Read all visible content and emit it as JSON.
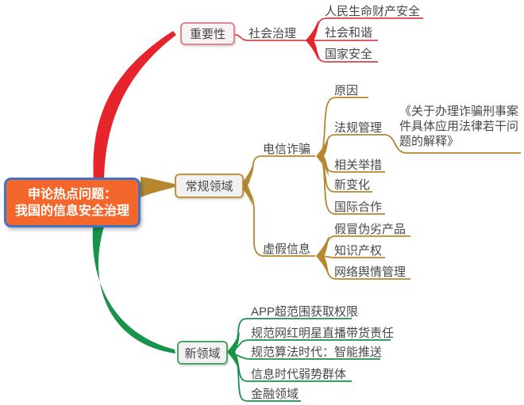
{
  "mindmap": {
    "root": {
      "label": "申论热点问题：\n我国的信息安全治理",
      "fill_color": "#f4672c",
      "border_color": "#4472c4"
    },
    "branches": [
      {
        "label": "重要性",
        "color": "#e6242b",
        "children": [
          {
            "label": "社会治理",
            "children": [
              {
                "label": "人民生命财产安全"
              },
              {
                "label": "社会和谐"
              },
              {
                "label": "国家安全"
              }
            ]
          }
        ]
      },
      {
        "label": "常规领域",
        "color": "#b5872f",
        "children": [
          {
            "label": "电信诈骗",
            "children": [
              {
                "label": "原因"
              },
              {
                "label": "法规管理",
                "children": [
                  {
                    "label": "《关于办理诈骗刑事案件具体应用法律若干问题的解释》"
                  }
                ]
              },
              {
                "label": "相关举措"
              },
              {
                "label": "新变化"
              },
              {
                "label": "国际合作"
              }
            ]
          },
          {
            "label": "虚假信息",
            "children": [
              {
                "label": "假冒伪劣产品"
              },
              {
                "label": "知识产权"
              },
              {
                "label": "网络舆情管理"
              }
            ]
          }
        ]
      },
      {
        "label": "新领域",
        "color": "#17934a",
        "children": [
          {
            "label": "APP超范围获取权限"
          },
          {
            "label": "规范网红明星直播带货责任"
          },
          {
            "label": "规范算法时代：智能推送"
          },
          {
            "label": "信息时代弱势群体"
          },
          {
            "label": "金融领域"
          }
        ]
      }
    ]
  }
}
